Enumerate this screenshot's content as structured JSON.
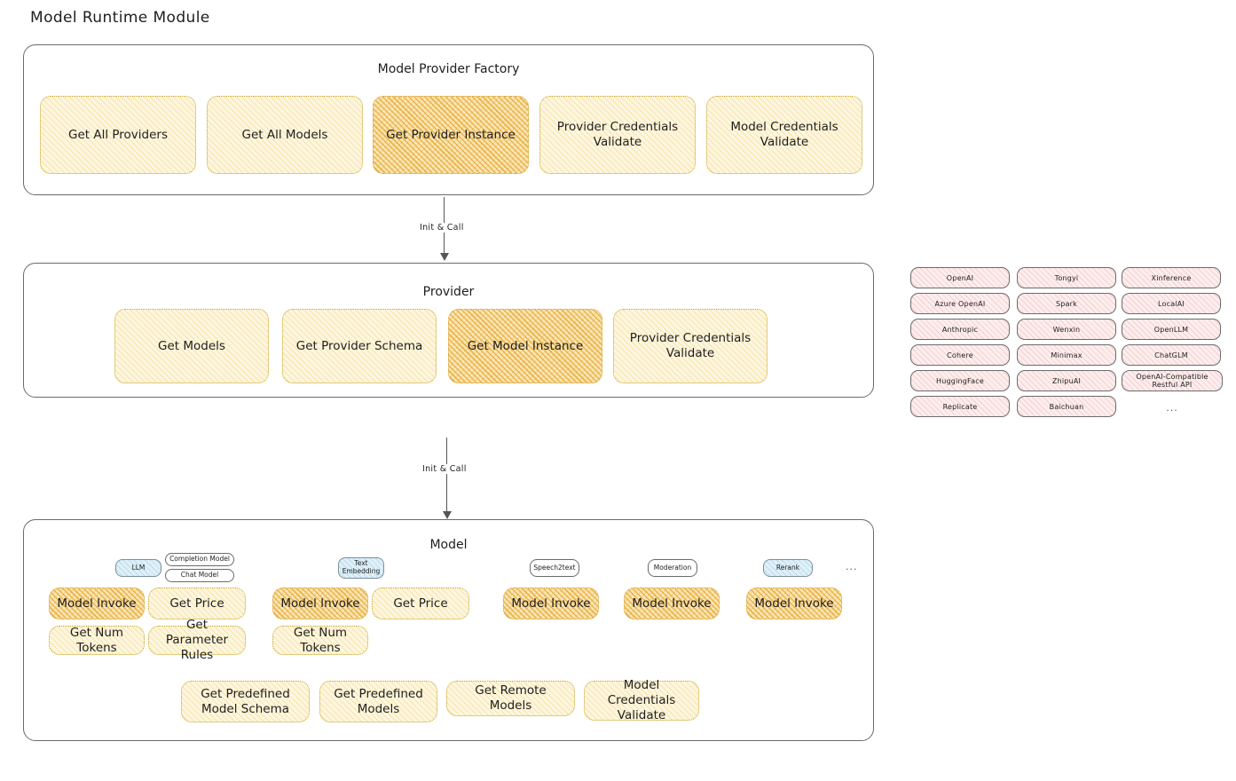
{
  "page": {
    "title": "Model Runtime Module"
  },
  "factory": {
    "title": "Model Provider Factory",
    "nodes": [
      {
        "label": "Get All Providers",
        "highlight": false
      },
      {
        "label": "Get All Models",
        "highlight": false
      },
      {
        "label": "Get Provider Instance",
        "highlight": true
      },
      {
        "label": "Provider Credentials Validate",
        "highlight": false
      },
      {
        "label": "Model Credentials Validate",
        "highlight": false
      }
    ]
  },
  "arrows": [
    {
      "label": "Init & Call"
    },
    {
      "label": "Init & Call"
    }
  ],
  "provider": {
    "title": "Provider",
    "nodes": [
      {
        "label": "Get Models",
        "highlight": false
      },
      {
        "label": "Get Provider Schema",
        "highlight": false
      },
      {
        "label": "Get Model Instance",
        "highlight": true
      },
      {
        "label": "Provider Credentials Validate",
        "highlight": false
      }
    ]
  },
  "provider_list": {
    "ellipsis": "...",
    "columns": [
      {
        "items": [
          "OpenAI",
          "Azure OpenAI",
          "Anthropic",
          "Cohere",
          "HuggingFace",
          "Replicate"
        ]
      },
      {
        "items": [
          "Tongyi",
          "Spark",
          "Wenxin",
          "Minimax",
          "ZhipuAI",
          "Baichuan"
        ]
      },
      {
        "items": [
          "Xinference",
          "LocalAI",
          "OpenLLM",
          "ChatGLM",
          "OpenAI-Compatible Restful API"
        ]
      }
    ]
  },
  "model": {
    "title": "Model",
    "ellipsis": "...",
    "types": [
      {
        "name": "LLM",
        "accent": "blue",
        "sub": [
          "Completion Model",
          "Chat Model"
        ],
        "ops": [
          {
            "label": "Model Invoke",
            "highlight": true
          },
          {
            "label": "Get Price",
            "highlight": false
          },
          {
            "label": "Get Num Tokens",
            "highlight": false
          },
          {
            "label": "Get Parameter Rules",
            "highlight": false
          }
        ]
      },
      {
        "name": "Text Embedding",
        "accent": "blue",
        "sub": [],
        "ops": [
          {
            "label": "Model Invoke",
            "highlight": true
          },
          {
            "label": "Get Price",
            "highlight": false
          },
          {
            "label": "Get Num Tokens",
            "highlight": false
          }
        ]
      },
      {
        "name": "Speech2text",
        "accent": "white",
        "sub": [],
        "ops": [
          {
            "label": "Model Invoke",
            "highlight": true
          }
        ]
      },
      {
        "name": "Moderation",
        "accent": "white",
        "sub": [],
        "ops": [
          {
            "label": "Model Invoke",
            "highlight": true
          }
        ]
      },
      {
        "name": "Rerank",
        "accent": "blue",
        "sub": [],
        "ops": [
          {
            "label": "Model Invoke",
            "highlight": true
          }
        ]
      }
    ],
    "common_ops": [
      {
        "label": "Get Predefined Model Schema"
      },
      {
        "label": "Get Predefined Models"
      },
      {
        "label": "Get Remote Models"
      },
      {
        "label": "Model Credentials Validate"
      }
    ]
  },
  "colors": {
    "node_fill": "#fdf6e0",
    "node_highlight_fill": "#fbe6b8",
    "node_stroke": "#c9a227",
    "chip_fill": "#fdeeee",
    "pill_blue_fill": "#dff0f9",
    "card_stroke": "#6b6b6b",
    "text": "#1e1e1e"
  }
}
